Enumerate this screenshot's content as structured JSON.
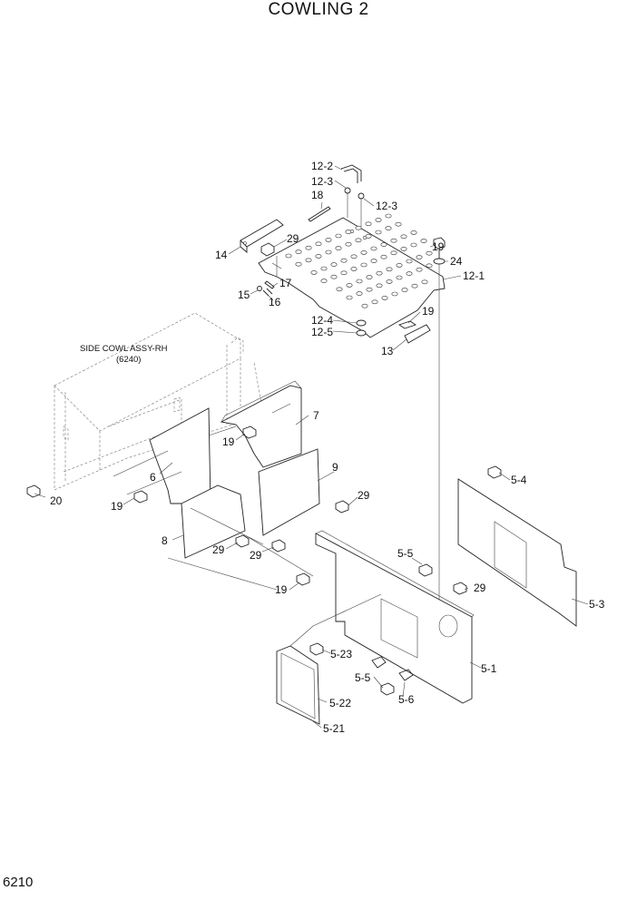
{
  "title": "COWLING 2",
  "page_number": "6210",
  "side_cowl_ref": {
    "line1": "SIDE COWL ASSY-RH",
    "line2": "(6240)"
  },
  "labels": {
    "p12_2": "12-2",
    "p12_3a": "12-3",
    "p12_3b": "12-3",
    "p18": "18",
    "p14": "14",
    "p29a": "29",
    "p19a": "19",
    "p24": "24",
    "p12_1": "12-1",
    "p15": "15",
    "p17": "17",
    "p16": "16",
    "p19b": "19",
    "p12_4": "12-4",
    "p12_5": "12-5",
    "p13": "13",
    "p7": "7",
    "p19c": "19",
    "p6": "6",
    "p9": "9",
    "p29b": "29",
    "p19d": "19",
    "p20": "20",
    "p8": "8",
    "p29c": "29",
    "p29d": "29",
    "p19e": "19",
    "p5_4": "5-4",
    "p5_5a": "5-5",
    "p29e": "29",
    "p5_3": "5-3",
    "p5_23": "5-23",
    "p5_1": "5-1",
    "p5_5b": "5-5",
    "p5_6": "5-6",
    "p5_22": "5-22",
    "p5_21": "5-21"
  }
}
